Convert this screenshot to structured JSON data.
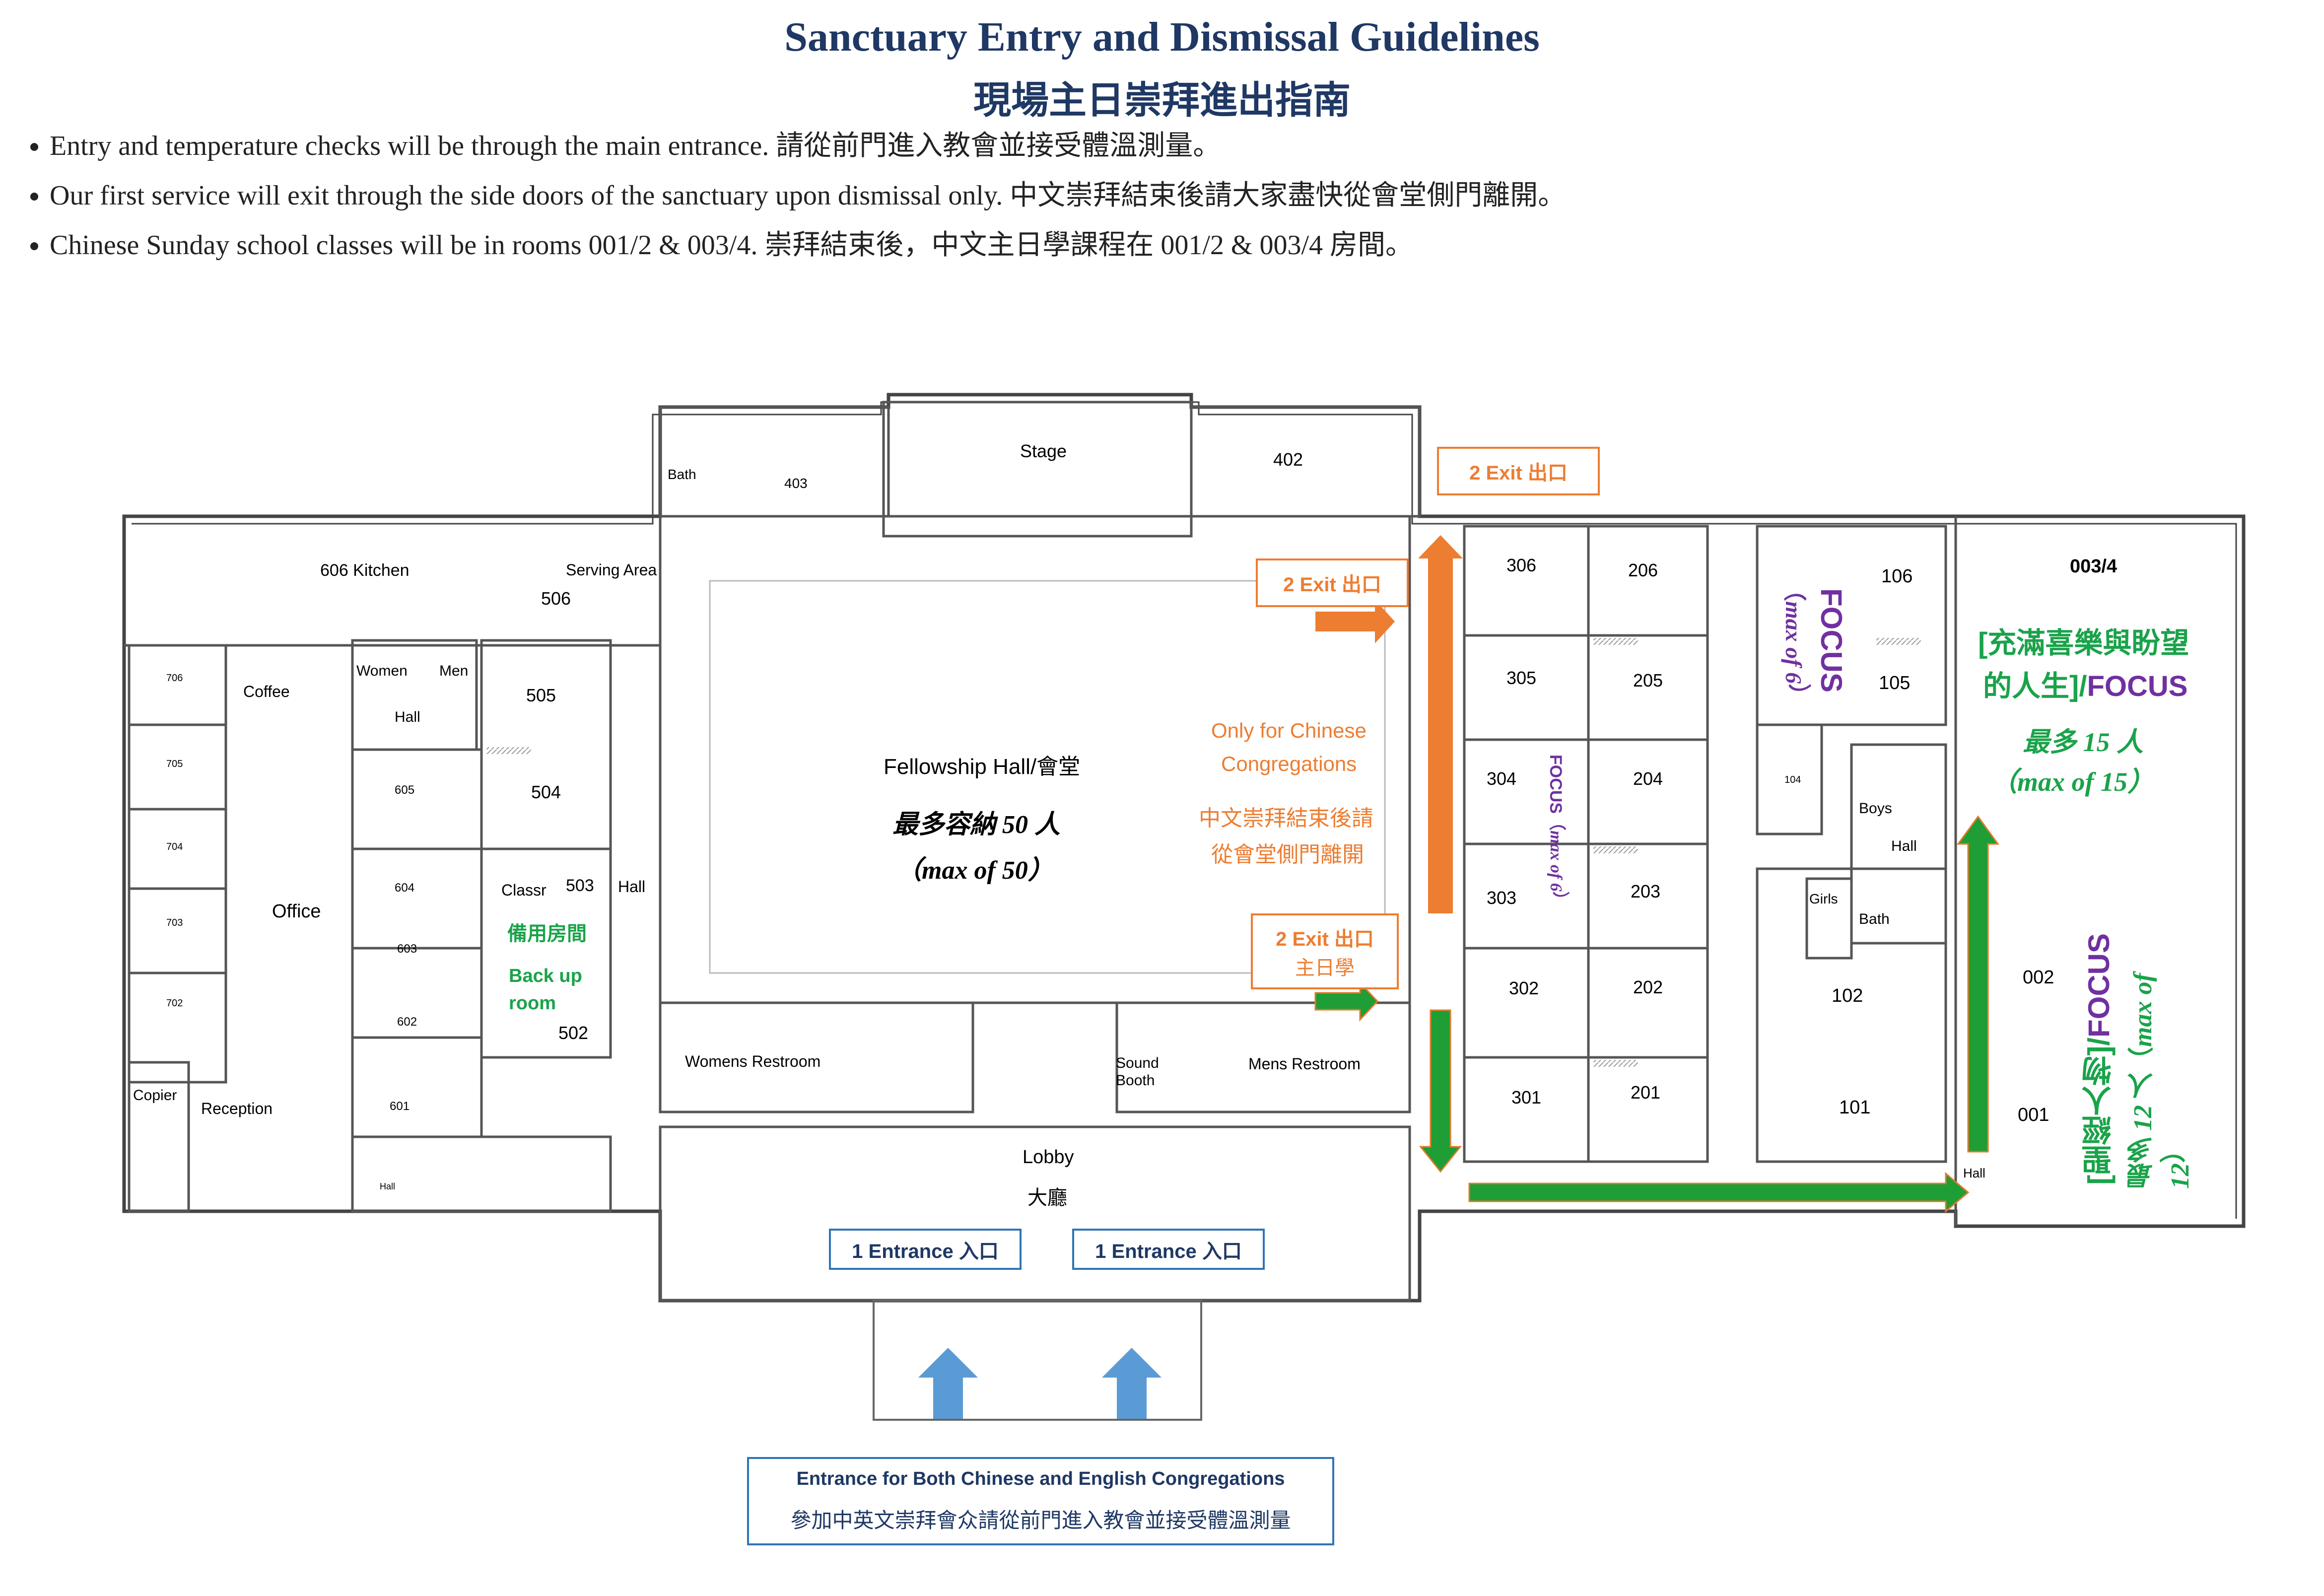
{
  "title": "Sanctuary Entry and Dismissal Guidelines",
  "title_zh": "現場主日崇拜進出指南",
  "guidelines": [
    "Entry and temperature checks will be through the main entrance. 請從前門進入教會並接受體溫測量。",
    "Our first service will exit through the side doors of the sanctuary upon dismissal only. 中文崇拜結束後請大家盡快從會堂側門離開。",
    "Chinese Sunday school classes will be in rooms 001/2 & 003/4. 崇拜結束後，中文主日學課程在 001/2 & 003/4 房間。"
  ],
  "colors": {
    "title": "#1f3864",
    "exit": "#ed7d31",
    "entrance": "#2e75b6",
    "entrance_arrow": "#5b9bd5",
    "route_arrow": "#1e9e34",
    "green_text": "#1aa34a",
    "focus": "#7030a0",
    "walls": "#444444"
  },
  "rooms": {
    "kitchen": "606 Kitchen",
    "serving": "Serving Area",
    "r506": "506",
    "r505": "505",
    "r504": "504",
    "r503": "503",
    "r502": "502",
    "r605": "605",
    "r604": "604",
    "r603": "603",
    "r602": "602",
    "r601": "601",
    "r706": "706",
    "r705": "705",
    "r704": "704",
    "r703": "703",
    "r702": "702",
    "coffee": "Coffee",
    "women": "Women",
    "men": "Men",
    "hall": "Hall",
    "office": "Office",
    "copier": "Copier",
    "reception": "Reception",
    "classroom": "Classr",
    "bath": "Bath",
    "r403": "403",
    "stage": "Stage",
    "r402": "402",
    "lobby": "Lobby",
    "lobby_zh": "大廳",
    "womens_restroom": "Womens Restroom",
    "mens_restroom": "Mens Restroom",
    "sound_booth_1": "Sound",
    "sound_booth_2": "Booth",
    "r306": "306",
    "r305": "305",
    "r304": "304",
    "r303": "303",
    "r302": "302",
    "r301": "301",
    "r206": "206",
    "r205": "205",
    "r204": "204",
    "r203": "203",
    "r202": "202",
    "r201": "201",
    "r106": "106",
    "r105": "105",
    "r104": "104",
    "r102": "102",
    "r101": "101",
    "boys": "Boys",
    "girls": "Girls",
    "r002": "002",
    "r001": "001",
    "r003_4": "003/4"
  },
  "fellowship": {
    "name": "Fellowship Hall/會堂",
    "cap_zh": "最多容納 50 人",
    "cap_en": "（max of 50）"
  },
  "chinese_note": {
    "line1": "Only for Chinese",
    "line2": "Congregations",
    "zh1": "中文崇拜結束後請",
    "zh2": "從會堂側門離開"
  },
  "exits": {
    "top": "2 Exit 出口",
    "upper": "2 Exit 出口",
    "lower": "2 Exit 出口",
    "lower_zh": "主日學"
  },
  "backup": {
    "zh": "備用房間",
    "en1": "Back up",
    "en2": "room"
  },
  "focus": {
    "label": "FOCUS",
    "max6": "（max of 6）",
    "room003_line1": "[充滿喜樂與盼望",
    "room003_line2": "的人生]/",
    "room003_max_zh": "最多 15 人",
    "room003_max_en": "（max of 15）",
    "room001_zh": "[聖經人物]/",
    "room001_max": "最多 12 人（max of 12）"
  },
  "entrances": {
    "left": "1 Entrance 入口",
    "right": "1 Entrance 入口",
    "both": "Entrance for Both Chinese and English Congregations",
    "both_zh": "參加中英文崇拜會众請從前門進入教會並接受體溫測量"
  }
}
